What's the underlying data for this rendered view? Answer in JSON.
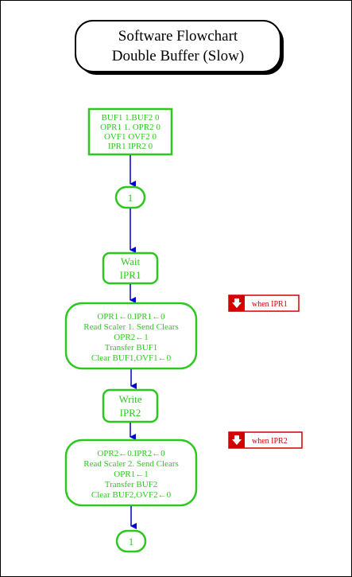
{
  "title": {
    "line1": "Software Flowchart",
    "line2": "Double Buffer (Slow)"
  },
  "init_box": {
    "lines": [
      "BUF1 1.BUF2 0",
      "OPR1 1. OPR2 0",
      "OVF1 OVF2 0",
      "IPR1 IPR2 0"
    ]
  },
  "connector_top": {
    "label": "1"
  },
  "wait_box": {
    "line1": "Wait",
    "line2": "IPR1"
  },
  "process1": {
    "lines": [
      "OPR1←0.IPR1←0",
      "Read Scaler 1. Send Clears",
      "OPR2←1",
      "Transfer BUF1",
      "Clear BUF1,OVF1←0"
    ]
  },
  "write_box": {
    "line1": "Write",
    "line2": "IPR2"
  },
  "process2": {
    "lines": [
      "OPR2←0.IPR2←0",
      "Read Scaler 2. Send Clears",
      "OPR1←1",
      "Transfer BUF2",
      "Clear BUF2,OVF2←0"
    ]
  },
  "connector_bottom": {
    "label": "1"
  },
  "annotations": [
    {
      "text": "when IPR1",
      "icon": "down-arrow-icon"
    },
    {
      "text": "when IPR2",
      "icon": "down-arrow-icon"
    }
  ],
  "colors": {
    "green": "#2cc81e",
    "blue": "#0000cc",
    "red": "#d40000",
    "black": "#000000"
  }
}
